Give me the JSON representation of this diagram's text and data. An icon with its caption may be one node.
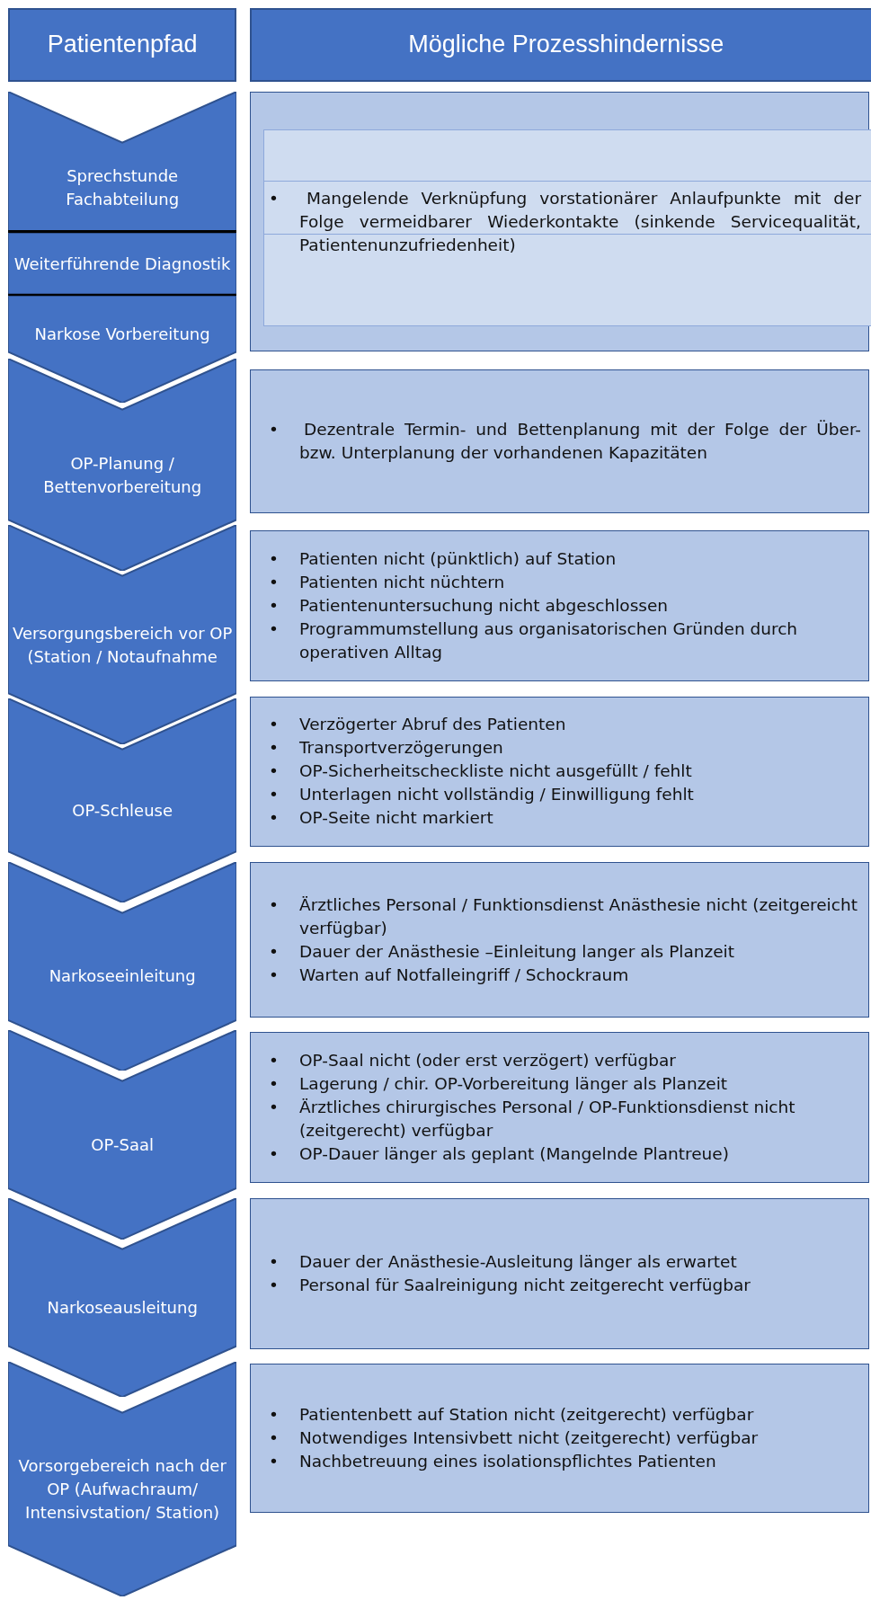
{
  "diagram": {
    "nodes": [
      {
        "text": [
          "Patientenpfad"
        ]
      },
      {
        "text": [
          "Mögliche Prozesshindernisse"
        ]
      },
      {
        "text": [
          "Sprechstunde Fachabteilung"
        ]
      },
      {
        "text": [
          "•\tMangelende Verknüpfung vorstationärer Anlaufpunkte mit der Folge vermeidbarer Wiederkontakte (sinkende Servicequalität, Patientenunzufriedenheit)"
        ]
      },
      {
        "text": [
          "Weiterführende Diagnostik"
        ]
      },
      {
        "text": [
          "Narkose Vorbereitung"
        ]
      },
      {
        "text": [
          "OP-Planung / Bettenvorbereitung"
        ]
      },
      {
        "text": [
          "•\tDezentrale Termin- und Bettenplanung mit der Folge der Über- bzw. Unterplanung der vorhandenen Kapazitäten"
        ]
      },
      {
        "text": [
          "Versorgungsbereich vor OP (Station / Notaufnahme"
        ]
      },
      {
        "text": [
          "•\tPatienten nicht (pünktlich) auf Station",
          "•\tPatienten nicht nüchtern",
          "•\tPatientenuntersuchung nicht abgeschlossen",
          "•\tProgrammumstellung aus organisatorischen Gründen durch operativen Alltag"
        ]
      },
      {
        "text": [
          "OP-Schleuse"
        ]
      },
      {
        "text": [
          "•\tVerzögerter Abruf des Patienten",
          "•\tTransportverzögerungen",
          "•\tOP-Sicherheitscheckliste nicht ausgefüllt / fehlt",
          "•\tUnterlagen nicht vollständig / Einwilligung fehlt",
          "•\tOP-Seite nicht markiert"
        ]
      },
      {
        "text": [
          "Narkoseeinleitung"
        ]
      },
      {
        "text": [
          "•\tÄrztliches Personal / Funktionsdienst Anästhesie nicht (zeitgereicht verfügbar)",
          "•\tDauer der Anästhesie –Einleitung langer als Planzeit",
          "•\tWarten auf Notfalleingriff / Schockraum"
        ]
      },
      {
        "text": [
          "OP-Saal"
        ]
      },
      {
        "text": [
          "•\tOP-Saal nicht (oder erst verzögert) verfügbar",
          "•\tLagerung / chir. OP-Vorbereitung länger als Planzeit",
          "•\tÄrztliches chirurgisches Personal / OP-Funktionsdienst nicht (zeitgerecht) verfügbar",
          "•\tOP-Dauer länger als geplant (Mangelnde Plantreue)"
        ]
      },
      {
        "text": [
          "Narkoseausleitung"
        ]
      },
      {
        "text": [
          "•\tDauer der Anästhesie-Ausleitung länger als erwartet",
          "•\tPersonal für Saalreinigung nicht zeitgerecht verfügbar"
        ]
      },
      {
        "text": [
          "Vorsorgebereich nach der OP (Aufwachraum/ Intensivstation/ Station)"
        ]
      },
      {
        "text": [
          "•\tPatientenbett auf Station nicht (zeitgerecht) verfügbar",
          "•\tNotwendiges Intensivbett nicht (zeitgerecht) verfügbar",
          "•\tNachbetreuung eines isolationspflichtes Patienten"
        ]
      }
    ]
  }
}
